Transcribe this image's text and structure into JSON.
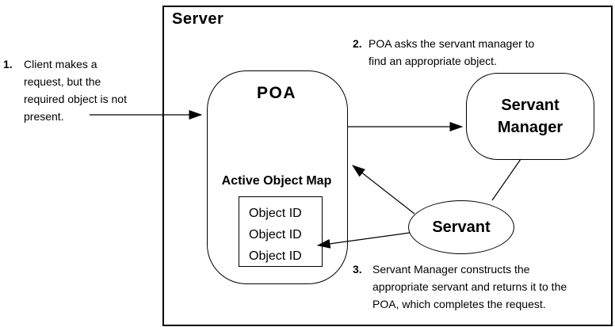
{
  "diagram": {
    "server_label": "Server",
    "poa": {
      "label": "POA",
      "map_label": "Active Object Map",
      "object_ids": [
        "Object ID",
        "Object ID",
        "Object ID"
      ]
    },
    "servant_manager": {
      "lines": [
        "Servant",
        "Manager"
      ]
    },
    "servant": {
      "label": "Servant"
    },
    "annotations": [
      {
        "number": "1.",
        "lines": [
          "Client makes a",
          "request, but the",
          "required object is not",
          "present."
        ]
      },
      {
        "number": "2.",
        "lines": [
          "POA asks the servant manager to",
          "find an appropriate object."
        ]
      },
      {
        "number": "3.",
        "lines": [
          "Servant Manager constructs the",
          "appropriate servant and returns it to the",
          "POA, which completes the request."
        ]
      }
    ],
    "colors": {
      "line": "#000000",
      "background": "#ffffff",
      "text": "#000000"
    }
  }
}
